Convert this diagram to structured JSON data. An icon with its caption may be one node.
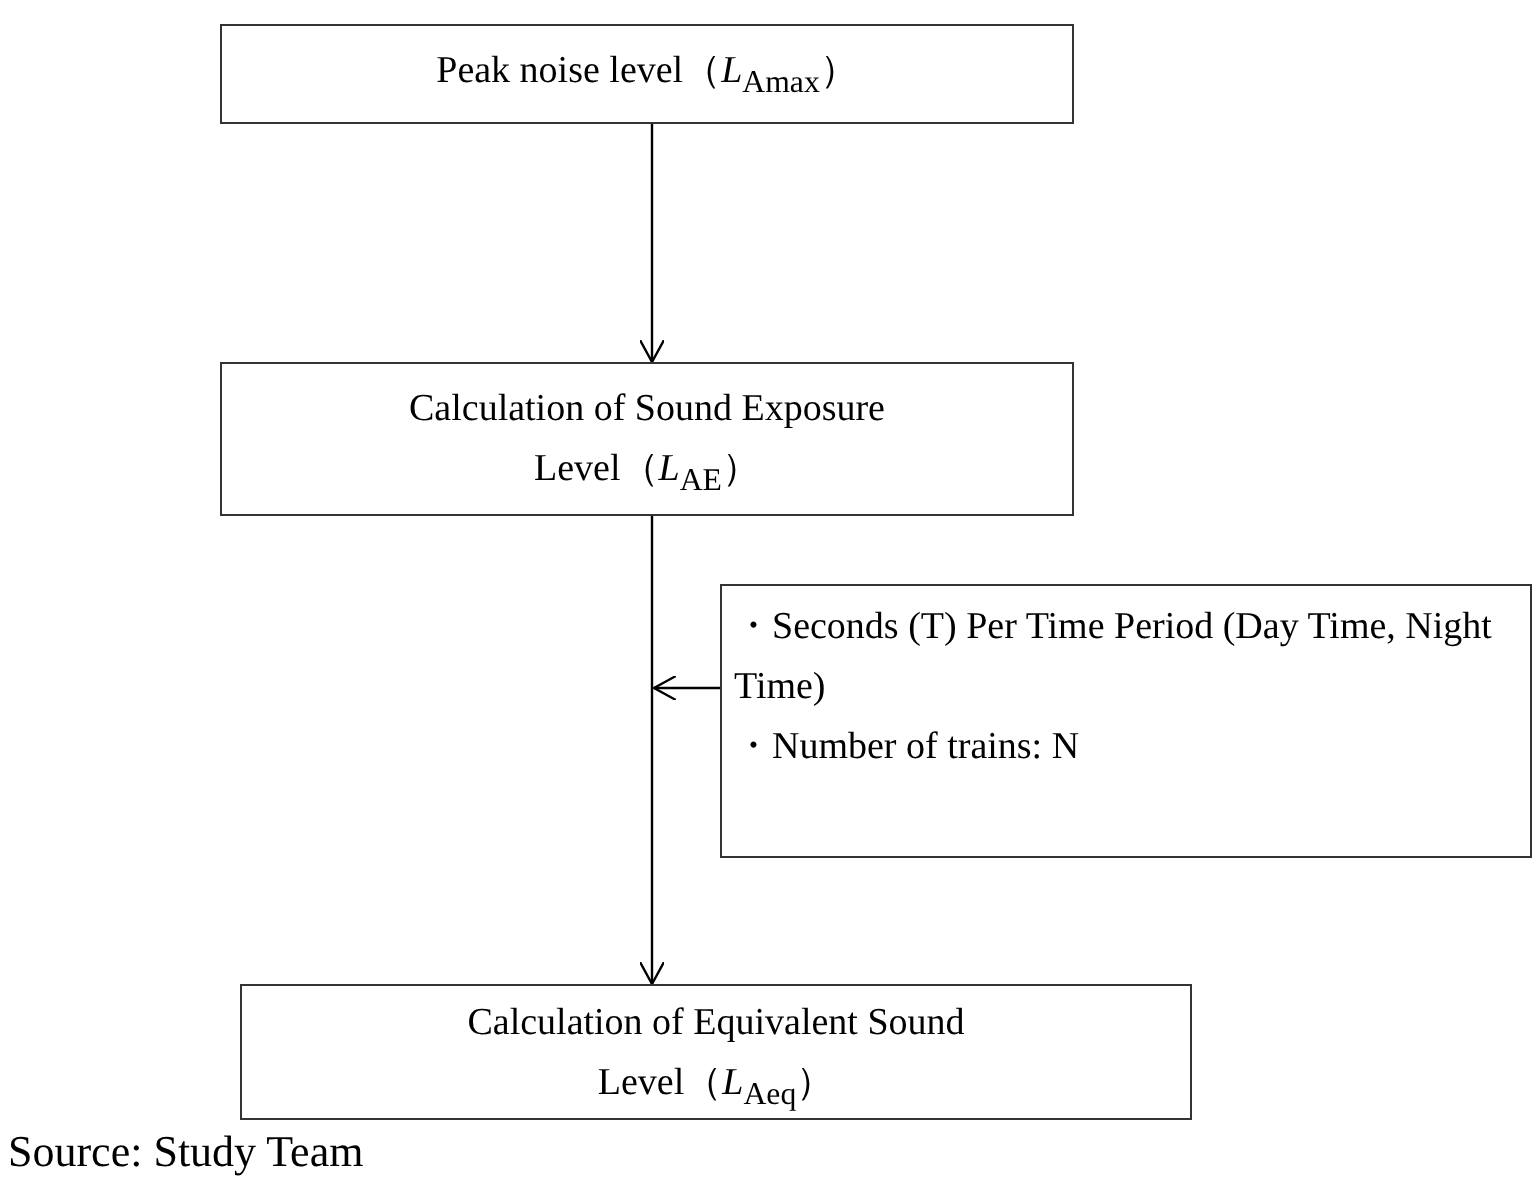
{
  "diagram": {
    "caption": "Source: Study Team",
    "nodes": [
      {
        "text": [
          "Peak noise level（*L*$_{Amax}$）"
        ]
      },
      {
        "text": [
          "Calculation of Sound Exposure Level（*L*$_{AE}$）"
        ]
      },
      {
        "text": [
          "・Seconds (T) Per Time Period (Day Time, Night Time)",
          "・Number of trains: N"
        ]
      },
      {
        "text": [
          "Calculation of Equivalent Sound Level（*L*$_{Aeq}$）"
        ]
      }
    ],
    "edges": [
      {
        "from": 0,
        "to": 1,
        "arrow": "to"
      },
      {
        "from": 1,
        "to": 3,
        "arrow": "to"
      },
      {
        "from": 2,
        "to": null,
        "arrow": "to"
      }
    ]
  }
}
